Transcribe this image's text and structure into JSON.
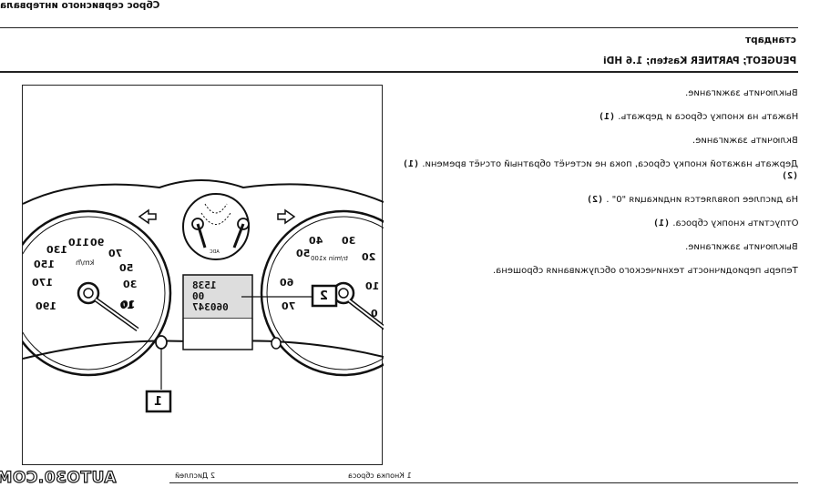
{
  "header": {
    "title": "Сброс сервисного интервала",
    "standard": "стандарт",
    "model": "PEUGEOT; PARTNER Kasten; 1.6 HDi"
  },
  "steps": [
    {
      "text": "Выключить зажигание.",
      "ref": ""
    },
    {
      "text": "Нажать на кнопку сброса и держать.",
      "ref": "(1)"
    },
    {
      "text": "Включить зажигание.",
      "ref": ""
    },
    {
      "text": "Держать нажатой кнопку сброса, пока не истечёт обратный отсчёт времени.",
      "ref": "(1)",
      "ref2": "(2)"
    },
    {
      "text": "На дисплее появляется индикация \"0\" .",
      "ref": "(2)"
    },
    {
      "text": "Отпустить кнопку сброса.",
      "ref": "(1)"
    },
    {
      "text": "Выключить зажигание.",
      "ref": ""
    },
    {
      "text": "Теперь периодичность технического обслуживания сброшена.",
      "ref": ""
    }
  ],
  "figure": {
    "speedo_ticks": [
      "10",
      "30",
      "50",
      "70",
      "90",
      "110",
      "130",
      "150",
      "170",
      "190"
    ],
    "speedo_unit": "km/h",
    "tacho_ticks": [
      "0",
      "10",
      "20",
      "30",
      "40",
      "50",
      "60",
      "70"
    ],
    "tacho_unit": "tr/min x100",
    "display_line1": "1538",
    "display_line2": "00",
    "display_line3": "060347",
    "callout1": "1",
    "callout2": "2",
    "center_gauge_label": "ADC"
  },
  "footer": {
    "caption1": "1 Кнопка сброса",
    "caption2": "2 Дисплей",
    "watermark": "AUTO30.COM"
  }
}
